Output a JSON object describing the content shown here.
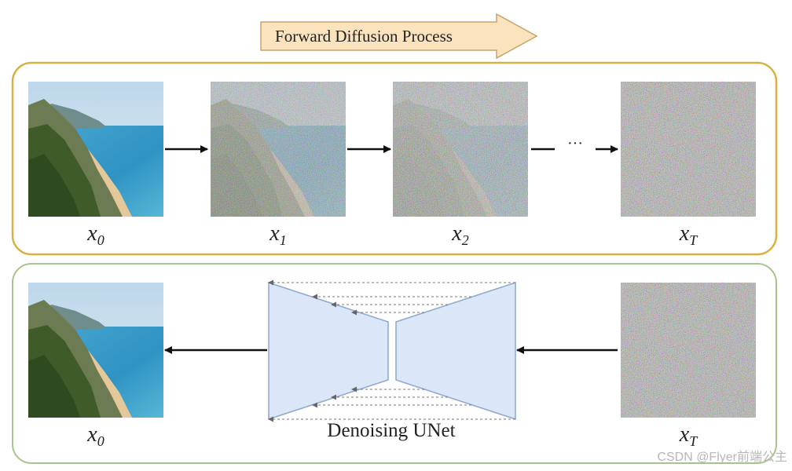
{
  "forward_label": "Forward Diffusion Process",
  "forward_row": {
    "images": [
      {
        "var": "x",
        "sub": "0",
        "noise": 0.0
      },
      {
        "var": "x",
        "sub": "1",
        "noise": 0.55
      },
      {
        "var": "x",
        "sub": "2",
        "noise": 0.82
      },
      {
        "var": "x",
        "sub": "T",
        "noise": 1.0
      }
    ],
    "ellipsis": "···"
  },
  "reverse_row": {
    "images": [
      {
        "var": "x",
        "sub": "0",
        "noise": 0.0
      },
      {
        "var": "x",
        "sub": "T",
        "noise": 1.0
      }
    ],
    "unet_label": "Denoising UNet"
  },
  "colors": {
    "forward_border": "#d6b23f",
    "reverse_border": "#a6c58a",
    "forward_arrow_fill": "#fbe3be",
    "forward_arrow_stroke": "#c9a36a",
    "unet_fill": "#dbe6f8",
    "unet_stroke": "#8ea7cf"
  },
  "watermark": "CSDN @Flyer前端公主"
}
